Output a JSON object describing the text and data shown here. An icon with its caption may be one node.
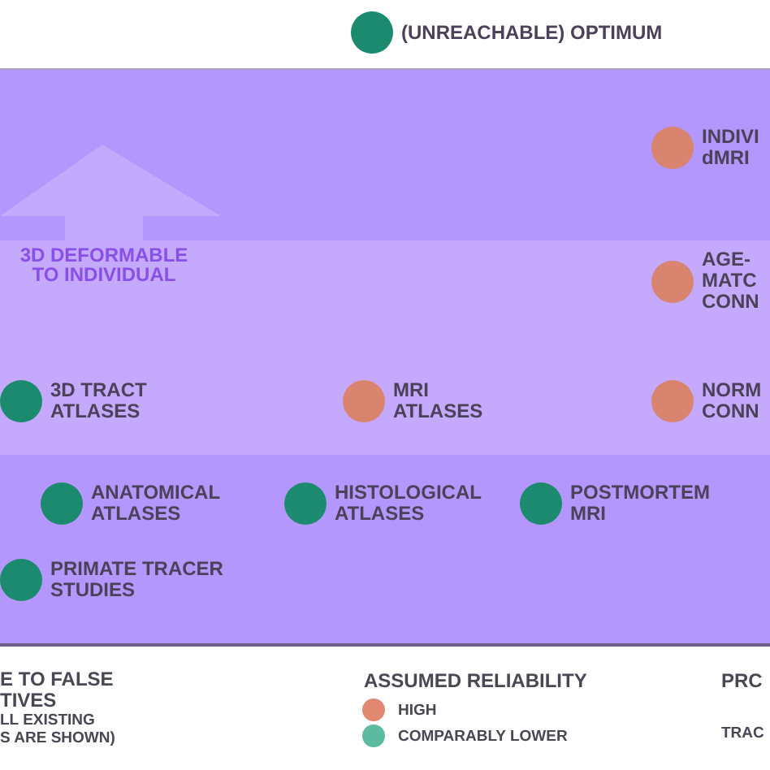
{
  "diagram": {
    "nodes": [
      {
        "text": [
          "(UNREACHABLE) OPTIMUM"
        ]
      },
      {
        "text": [],
        "shape": "band"
      },
      {
        "text": [
          "INDIVI dMRI"
        ],
        "in": 1
      },
      {
        "text": [],
        "shape": "band"
      },
      {
        "text": [
          "AGE- MATC CONN"
        ],
        "in": 3
      },
      {
        "text": [
          "3D TRACT ATLASES"
        ],
        "in": 3
      },
      {
        "text": [
          "MRI ATLASES"
        ],
        "in": 3
      },
      {
        "text": [
          "NORM CONN"
        ],
        "in": 3
      },
      {
        "text": [],
        "shape": "band"
      },
      {
        "text": [
          "ANATOMICAL ATLASES"
        ],
        "in": 8
      },
      {
        "text": [
          "HISTOLOGICAL ATLASES"
        ],
        "in": 8
      },
      {
        "text": [
          "POSTMORTEM MRI"
        ],
        "in": 8
      },
      {
        "text": [
          "PRIMATE TRACER STUDIES"
        ],
        "in": 8
      }
    ],
    "labels": [
      "3D DEFORMABLE TO INDIVIDUAL",
      "E TO FALSE TIVES",
      "LL EXISTING S ARE SHOWN)",
      "ASSUMED RELIABILITY",
      "PRC",
      "TRAC"
    ],
    "legend": [
      {
        "text": "HIGH",
        "color": "#e08870"
      },
      {
        "text": "COMPARABLY LOWER",
        "color": "#5cbaa0"
      }
    ]
  }
}
